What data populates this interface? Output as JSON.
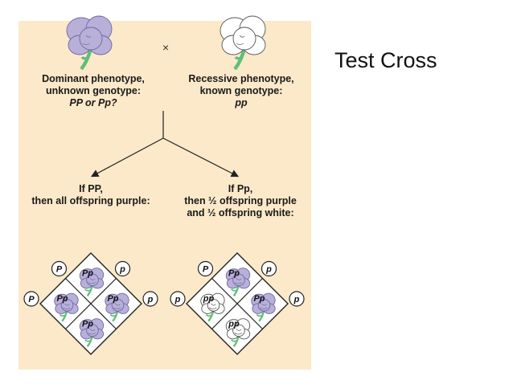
{
  "slide": {
    "title": "Test Cross"
  },
  "cross_symbol": "×",
  "parents": {
    "dominant": {
      "line1": "Dominant phenotype,",
      "line2": "unknown genotype:",
      "line3": "PP or Pp?"
    },
    "recessive": {
      "line1": "Recessive phenotype,",
      "line2": "known genotype:",
      "line3": "pp"
    }
  },
  "outcomes": {
    "left": {
      "line1": "If PP,",
      "line2": "then all offspring purple:"
    },
    "right": {
      "line1": "If Pp,",
      "line2": "then ½ offspring purple",
      "line3": "and ½ offspring white:"
    }
  },
  "punnett_left": {
    "top_gametes": [
      "P",
      "p"
    ],
    "side_gametes": [
      "P",
      "p"
    ],
    "cells": [
      {
        "label": "Pp",
        "color": "purple"
      },
      {
        "label": "Pp",
        "color": "purple"
      },
      {
        "label": "Pp",
        "color": "purple"
      },
      {
        "label": "Pp",
        "color": "purple"
      }
    ]
  },
  "punnett_right": {
    "top_gametes": [
      "P",
      "p"
    ],
    "side_gametes": [
      "p",
      "p"
    ],
    "cells": [
      {
        "label": "Pp",
        "color": "purple"
      },
      {
        "label": "pp",
        "color": "white"
      },
      {
        "label": "Pp",
        "color": "purple"
      },
      {
        "label": "pp",
        "color": "white"
      }
    ]
  },
  "colors": {
    "background": "#fbe9c9",
    "purple_flower": "#b8b0d9",
    "white_flower": "#ffffff",
    "stem": "#5fbf7a"
  }
}
